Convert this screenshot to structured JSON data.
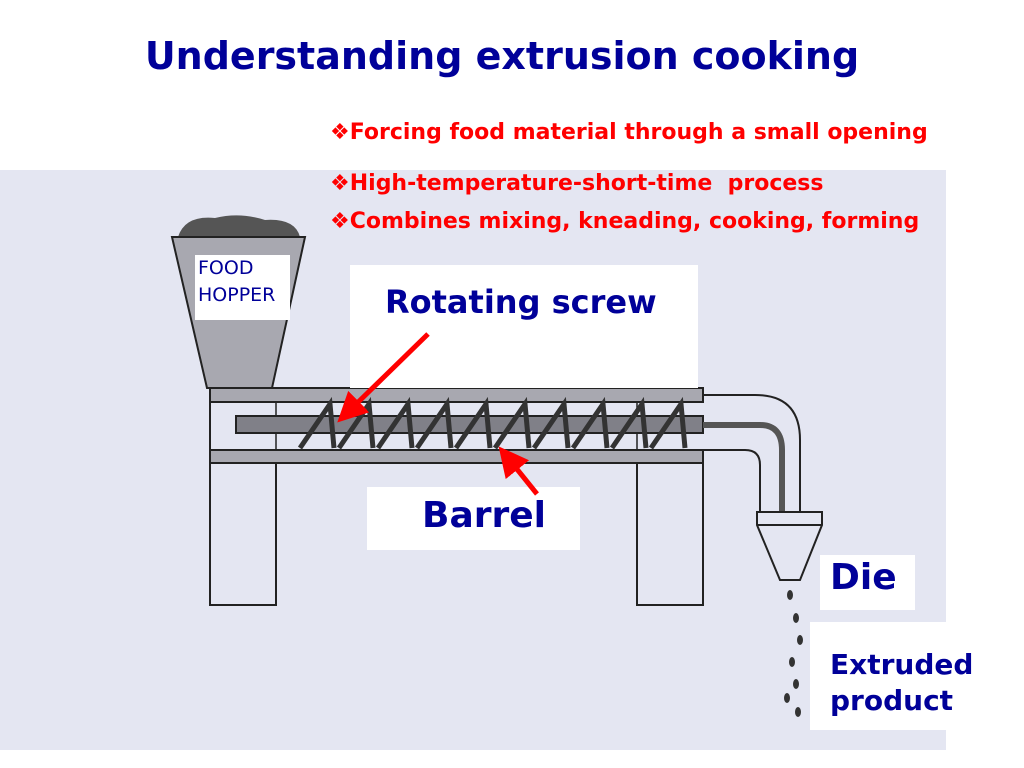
{
  "title": "Understanding extrusion cooking",
  "bullet_marker": "❖",
  "bullets": [
    "Forcing food material through a small opening",
    "High-temperature-short-time  process",
    "Combines mixing, kneading, cooking, forming"
  ],
  "labels": {
    "hopper_line1": "FOOD",
    "hopper_line2": "HOPPER",
    "screw": "Rotating screw",
    "barrel": "Barrel",
    "die": "Die",
    "product_line1": "Extruded",
    "product_line2": "product"
  },
  "colors": {
    "title": "#000099",
    "bullets": "#ff0000",
    "arrows": "#ff0000"
  }
}
